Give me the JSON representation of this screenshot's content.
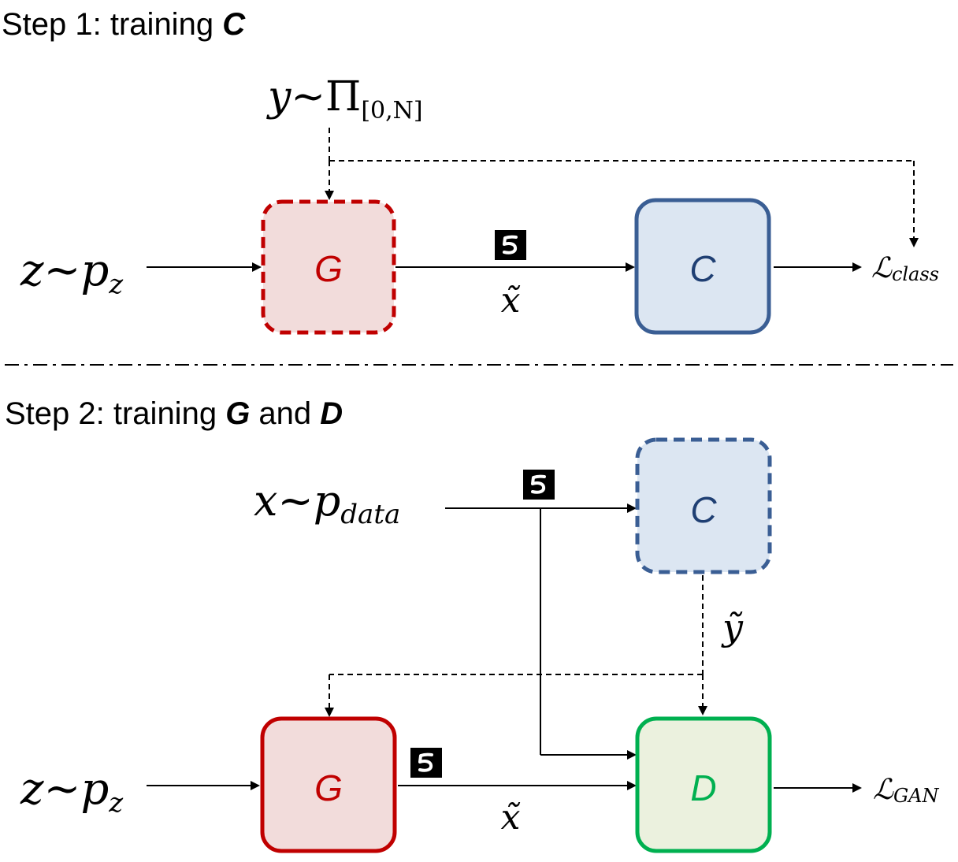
{
  "step1": {
    "title_prefix": "Step 1: training ",
    "title_var": "C",
    "label_y": "y",
    "label_tilde_op": "~",
    "label_Pi": "Π",
    "label_Pi_sub": "[0,N]",
    "label_z": "z",
    "label_pz": "p",
    "label_pz_sub": "z",
    "box_G": "G",
    "box_C": "C",
    "label_xtilde": "x̃",
    "loss": "ℒ",
    "loss_sub": "class"
  },
  "step2": {
    "title_prefix": "Step 2: training ",
    "title_var1": "G",
    "title_mid": " and ",
    "title_var2": "D",
    "label_x": "x",
    "label_tilde_op": "~",
    "label_pdata": "p",
    "label_pdata_sub": "data",
    "label_z": "z",
    "label_pz": "p",
    "label_pz_sub": "z",
    "box_C": "C",
    "box_G": "G",
    "box_D": "D",
    "label_ytilde": "ỹ",
    "label_xtilde": "x̃",
    "loss": "ℒ",
    "loss_sub": "GAN"
  },
  "colors": {
    "generator_stroke": "#c00000",
    "generator_fill": "#f2dcdb",
    "classifier_stroke": "#3a5e94",
    "classifier_fill": "#dce6f2",
    "discriminator_stroke": "#00b050",
    "discriminator_fill": "#ebf1de",
    "text": "#000000"
  },
  "icons": {
    "digit_thumbnail": "handwritten-digit-5-icon"
  }
}
